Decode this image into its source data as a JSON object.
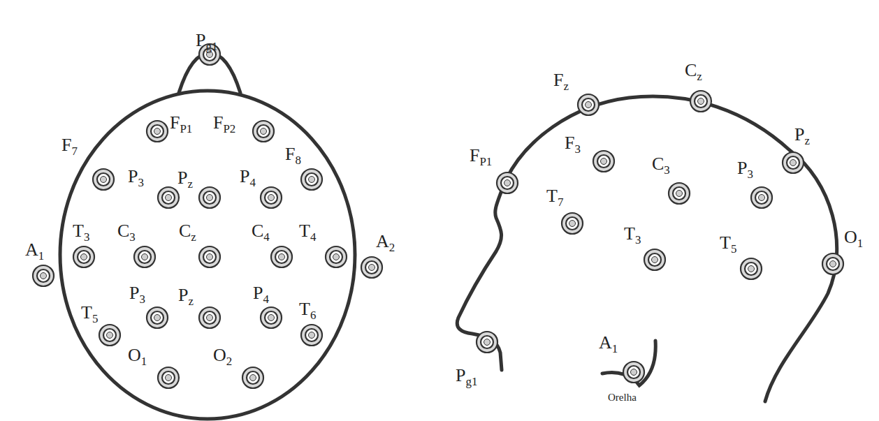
{
  "diagram": {
    "labels": [
      "Pg1",
      "FP1",
      "FP2",
      "F7",
      "P3",
      "Pz",
      "P4",
      "F8",
      "T3",
      "C3",
      "Cz",
      "C4",
      "T4",
      "A1",
      "A2",
      "T5",
      "P3",
      "Pz",
      "P4",
      "T6",
      "O1",
      "O2",
      "Fz",
      "Cz",
      "Pz",
      "FP1",
      "F3",
      "C3",
      "P3",
      "T7",
      "T3",
      "T5",
      "O1",
      "Pg1",
      "A1",
      "Orelha"
    ]
  }
}
